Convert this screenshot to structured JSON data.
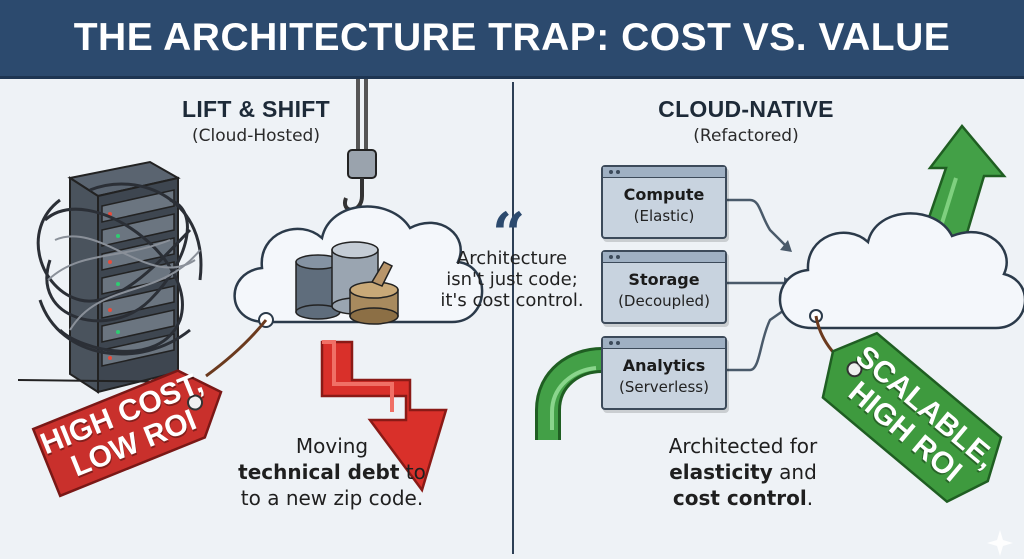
{
  "title": "THE ARCHITECTURE TRAP: COST VS. VALUE",
  "left": {
    "title": "LIFT & SHIFT",
    "subtitle": "(Cloud-Hosted)",
    "tag_line1": "HIGH COST,",
    "tag_line2": "LOW ROI",
    "caption_line1": "Moving",
    "caption_bold": "technical debt",
    "caption_line2_rest": " to",
    "caption_line3": "to a new zip code."
  },
  "quote": {
    "mark": "“",
    "line1": "Architecture",
    "line2": "isn't just code;",
    "line3": "it's cost control."
  },
  "right": {
    "title": "CLOUD-NATIVE",
    "subtitle": "(Refactored)",
    "services": [
      {
        "name": "Compute",
        "note": "(Elastic)"
      },
      {
        "name": "Storage",
        "note": "(Decoupled)"
      },
      {
        "name": "Analytics",
        "note": "(Serverless)"
      }
    ],
    "tag_line1": "SCALABLE,",
    "tag_line2": "HIGH ROI",
    "caption_line1": "Architected for",
    "caption_bold1": "elasticity",
    "caption_line2_rest": " and",
    "caption_bold2": "cost control",
    "caption_line3_rest": "."
  },
  "colors": {
    "header": "#2c4a6e",
    "red_tag": "#c9302c",
    "green_tag": "#3e9a3e",
    "red_arrow": "#d9302a",
    "green_arrow": "#43a047"
  }
}
